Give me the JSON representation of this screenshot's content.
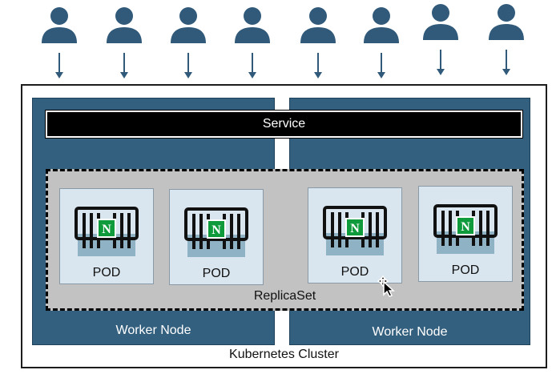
{
  "colors": {
    "user": "#315a7a",
    "worker_node": "#34607f",
    "service": "#000000",
    "replicaset": "#c2c2c2",
    "pod": "#d9e6ef",
    "nginx_green": "#0f9a3c"
  },
  "icons": {
    "user": "user-icon",
    "arrow": "arrow-down-icon",
    "pod": "nginx-container-icon",
    "cursor": "move-cursor-icon"
  },
  "users": [
    {
      "icon": "user-icon"
    },
    {
      "icon": "user-icon"
    },
    {
      "icon": "user-icon"
    },
    {
      "icon": "user-icon"
    },
    {
      "icon": "user-icon"
    },
    {
      "icon": "user-icon"
    },
    {
      "icon": "user-icon"
    },
    {
      "icon": "user-icon"
    }
  ],
  "service": {
    "label": "Service"
  },
  "replicaset": {
    "label": "ReplicaSet"
  },
  "pods": [
    {
      "label": "POD",
      "badge": "N"
    },
    {
      "label": "POD",
      "badge": "N"
    },
    {
      "label": "POD",
      "badge": "N"
    },
    {
      "label": "POD",
      "badge": "N"
    }
  ],
  "worker_nodes": [
    {
      "label": "Worker Node"
    },
    {
      "label": "Worker Node"
    }
  ],
  "cluster": {
    "label": "Kubernetes Cluster"
  }
}
